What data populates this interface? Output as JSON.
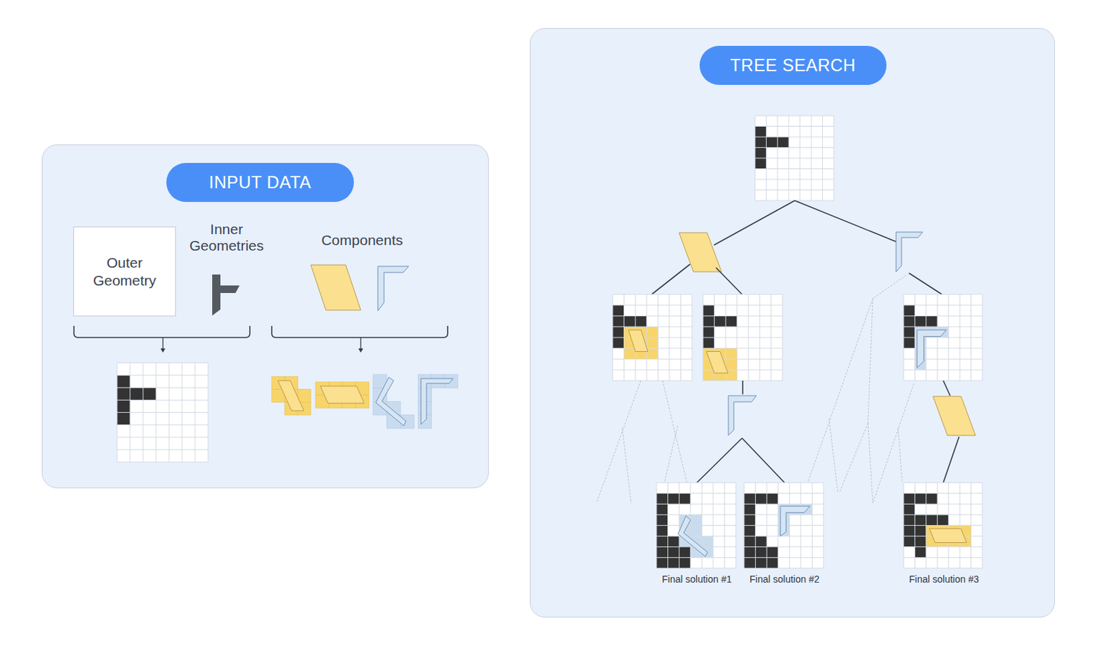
{
  "diagram": {
    "nodes": [
      {
        "text": [
          "INPUT DATA"
        ]
      },
      {
        "text": [
          "Outer Geometry"
        ],
        "in": 0
      },
      {
        "text": [
          "TREE SEARCH"
        ]
      },
      {
        "text": [
          "Final solution #1"
        ],
        "in": 2
      },
      {
        "text": [
          "Final solution #2"
        ],
        "in": 2
      },
      {
        "text": [
          "Final solution #3"
        ],
        "in": 2
      }
    ],
    "labels": [
      "Inner Geometries",
      "Components"
    ]
  }
}
